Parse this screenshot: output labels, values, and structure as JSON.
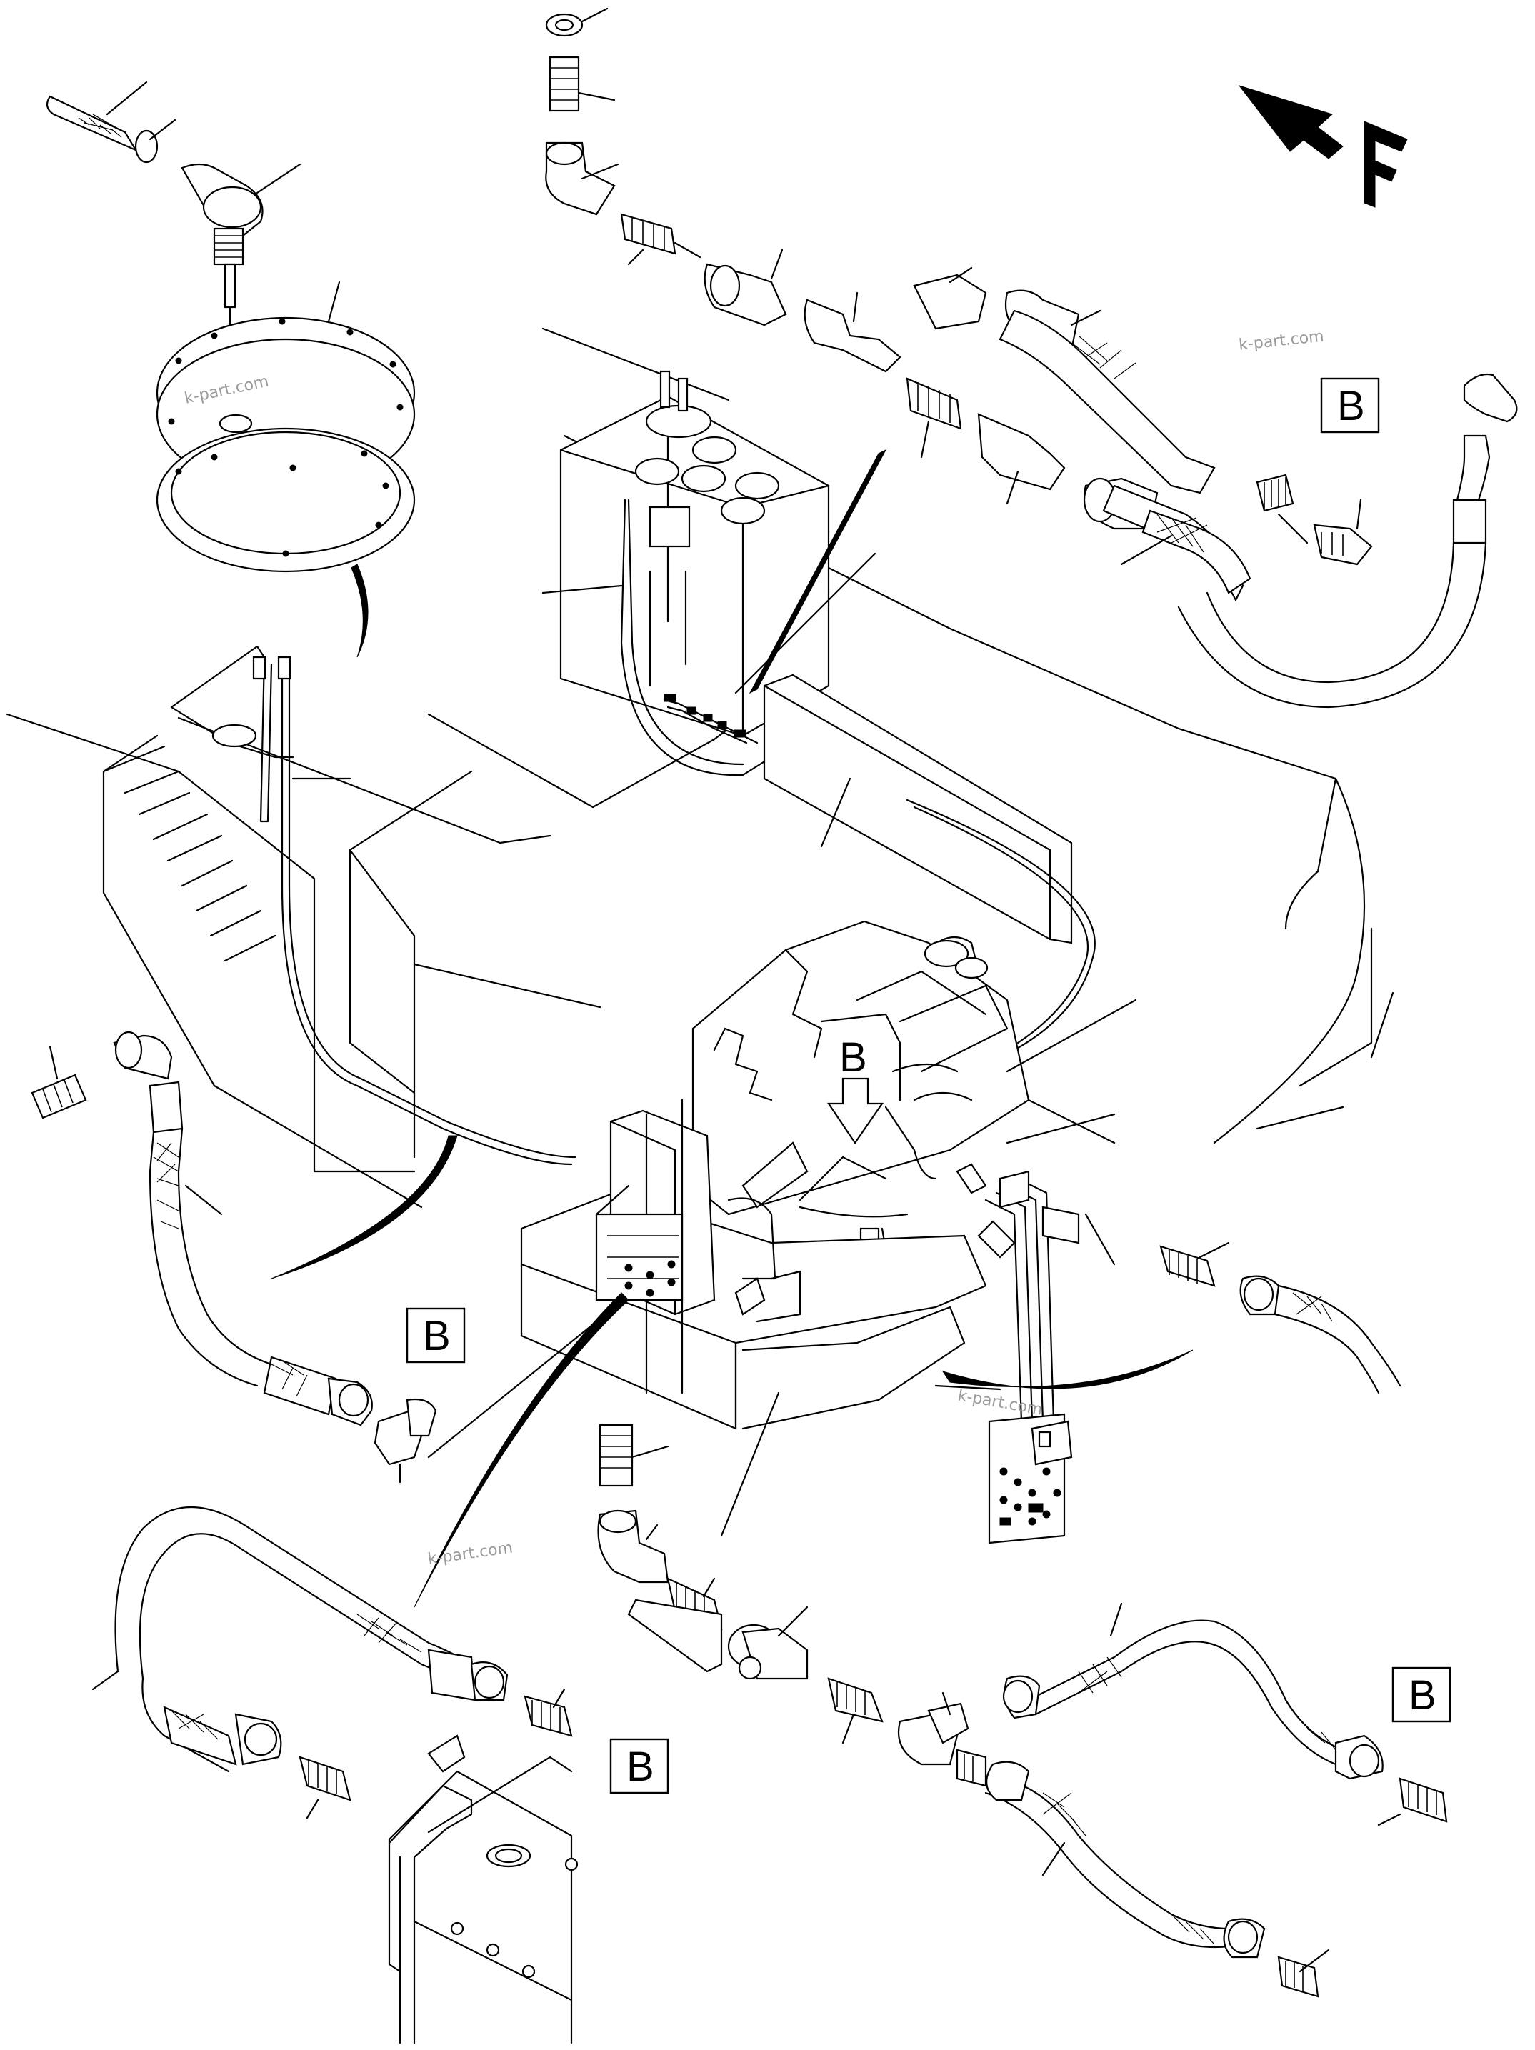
{
  "labels": {
    "view_b_top_right": "B",
    "view_b_left": "B",
    "view_b_bottom_center": "B",
    "view_b_bottom_right": "B",
    "arrow_b": "B"
  },
  "watermarks": {
    "wm1": "k-part.com",
    "wm2": "k-part.com",
    "wm3": "k-part.com",
    "wm4": "k-part.com"
  },
  "icons": {
    "front_arrow": "front-direction-arrow-icon"
  }
}
